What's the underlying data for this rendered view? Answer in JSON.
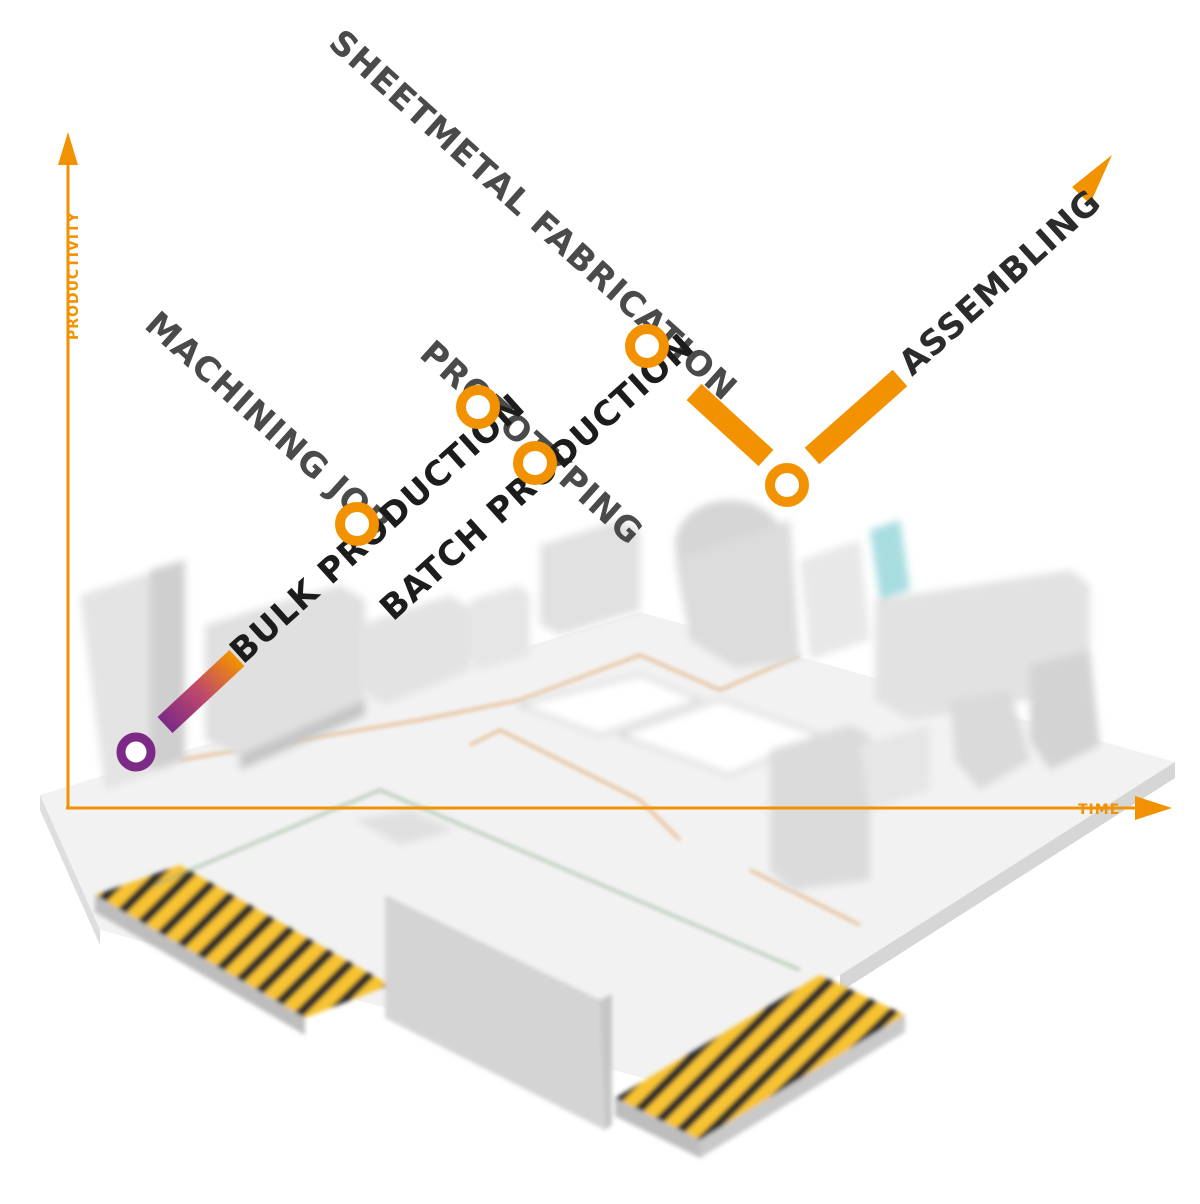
{
  "colors": {
    "accent": "#f39200",
    "purple": "#7b2a86",
    "label_dark": "#4a4a4a",
    "label_black": "#1c1c1c",
    "hazard_yellow": "#f7c331",
    "hazard_dark": "#2b2b2b",
    "machine_grey": "#d9d9d9",
    "floor": "#f2f2f2"
  },
  "axes": {
    "y_label": "PRODUCTIVITY",
    "x_label": "TIME"
  },
  "route_labels": {
    "machining": "MACHINING JOB",
    "proto": "PROTOTYPING",
    "sheetmetal": "SHEETMETAL FABRICATION",
    "bulk": "BULK PRODUCTION",
    "batch": "BATCH PRODUCTION",
    "assembling": "ASSEMBLING"
  },
  "icons": {
    "start_node": "ring-node",
    "station_node": "ring-node",
    "hazard": "hazard-stripes"
  }
}
